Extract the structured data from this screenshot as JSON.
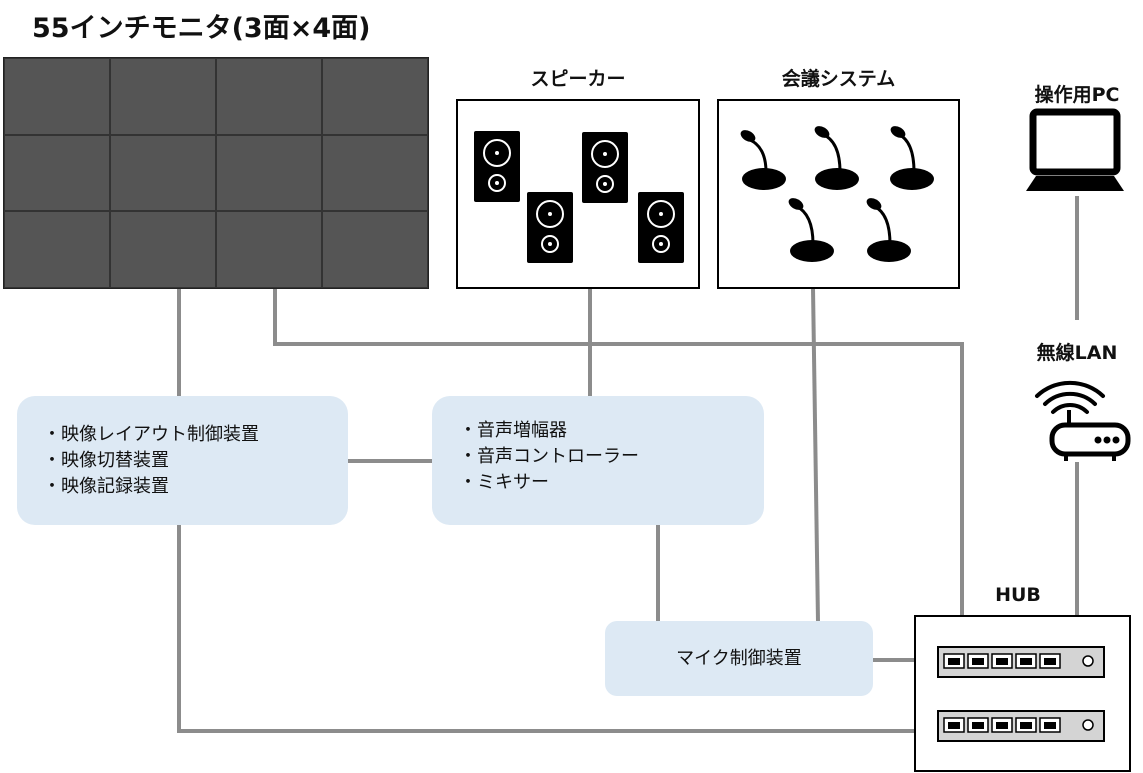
{
  "monitor": {
    "title": "55インチモニタ(3面×4面)"
  },
  "speaker": {
    "label": "スピーカー"
  },
  "conference": {
    "label": "会議システム"
  },
  "pc": {
    "label": "操作用PC"
  },
  "wlan": {
    "label": "無線LAN"
  },
  "hub": {
    "label": "HUB"
  },
  "video_box": {
    "items": [
      "・映像レイアウト制御装置",
      "・映像切替装置",
      "・映像記録装置"
    ]
  },
  "audio_box": {
    "items": [
      "・音声増幅器",
      "・音声コントローラー",
      "・ミキサー"
    ]
  },
  "mic_box": {
    "label": "マイク制御装置"
  },
  "colors": {
    "line": "#8c8c8c",
    "monitor_cell": "#555555",
    "box_fill": "#dde9f4"
  }
}
